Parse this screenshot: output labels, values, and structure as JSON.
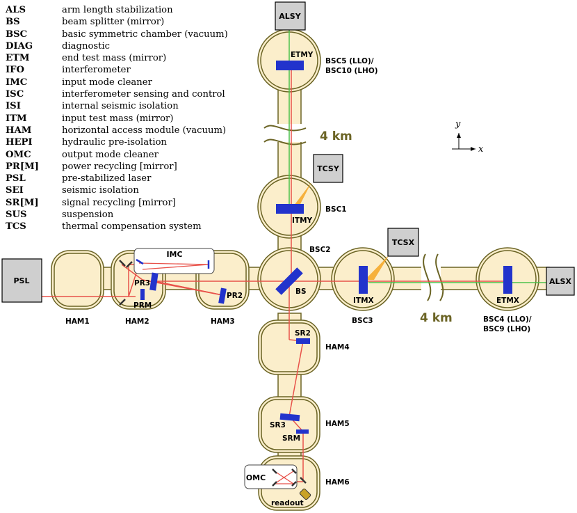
{
  "legend": [
    {
      "abbr": "ALS",
      "def": "arm length stabilization"
    },
    {
      "abbr": "BS",
      "def": "beam splitter (mirror)"
    },
    {
      "abbr": "BSC",
      "def": "basic symmetric chamber (vacuum)"
    },
    {
      "abbr": "DIAG",
      "def": "diagnostic"
    },
    {
      "abbr": "ETM",
      "def": "end test mass (mirror)"
    },
    {
      "abbr": "IFO",
      "def": "interferometer"
    },
    {
      "abbr": "IMC",
      "def": "input mode cleaner"
    },
    {
      "abbr": "ISC",
      "def": "interferometer sensing and control"
    },
    {
      "abbr": "ISI",
      "def": "internal seismic isolation"
    },
    {
      "abbr": "ITM",
      "def": "input test mass (mirror)"
    },
    {
      "abbr": "HAM",
      "def": "horizontal access module (vacuum)"
    },
    {
      "abbr": "HEPI",
      "def": "hydraulic pre-isolation"
    },
    {
      "abbr": "OMC",
      "def": "output mode cleaner"
    },
    {
      "abbr": "PR[M]",
      "def": "power recycling [mirror]"
    },
    {
      "abbr": "PSL",
      "def": "pre-stabilized laser"
    },
    {
      "abbr": "SEI",
      "def": "seismic isolation"
    },
    {
      "abbr": "SR[M]",
      "def": "signal recycling [mirror]"
    },
    {
      "abbr": "SUS",
      "def": "suspension"
    },
    {
      "abbr": "TCS",
      "def": "thermal compensation system"
    }
  ],
  "boxes": {
    "psl": "PSL",
    "alsy": "ALSY",
    "alsx": "ALSX",
    "tcsy": "TCSY",
    "tcsx": "TCSX",
    "imc": "IMC",
    "omc": "OMC"
  },
  "chambers": {
    "ham1": "HAM1",
    "ham2": "HAM2",
    "ham3": "HAM3",
    "ham4": "HAM4",
    "ham5": "HAM5",
    "ham6": "HAM6",
    "bsc1": "BSC1",
    "bsc2": "BSC2",
    "bsc3": "BSC3",
    "bsc4_line1": "BSC4 (LLO)/",
    "bsc4_line2": "BSC9 (LHO)",
    "bsc5_line1": "BSC5 (LLO)/",
    "bsc5_line2": "BSC10 (LHO)"
  },
  "optics": {
    "etmy": "ETMY",
    "itmy": "ITMY",
    "itmx": "ITMX",
    "etmx": "ETMX",
    "bs": "BS",
    "pr2": "PR2",
    "pr3": "PR3",
    "prm": "PRM",
    "sr2": "SR2",
    "sr3": "SR3",
    "srm": "SRM",
    "readout": "readout"
  },
  "arm_length": {
    "y": "4 km",
    "x": "4 km"
  },
  "axes": {
    "y": "y",
    "x": "x"
  },
  "colors": {
    "chamber_fill": "#fbeecb",
    "chamber_stroke": "#6b6425",
    "beam": "#e8524a",
    "als_beam": "#4cc24c",
    "mirror": "#2233cc",
    "tcs_beam": "#f5a623",
    "box_fill": "#cfcfcf"
  }
}
